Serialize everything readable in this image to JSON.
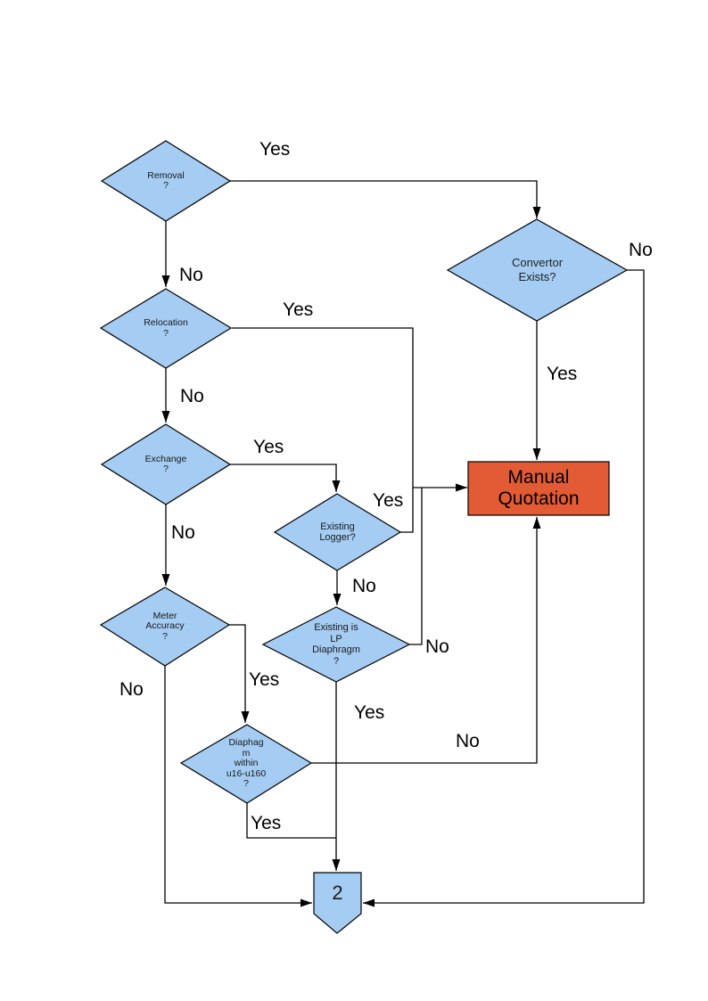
{
  "colors": {
    "node_fill": "#A5CCF3",
    "node_stroke": "#000000",
    "process_fill": "#E25B35",
    "line": "#000000",
    "background": "#FFFFFF"
  },
  "nodes": {
    "removal": {
      "type": "decision",
      "lines": [
        "Removal",
        "?"
      ]
    },
    "relocation": {
      "type": "decision",
      "lines": [
        "Relocation",
        "?"
      ]
    },
    "exchange": {
      "type": "decision",
      "lines": [
        "Exchange",
        "?"
      ]
    },
    "convertor": {
      "type": "decision",
      "lines": [
        "Convertor",
        "Exists?"
      ]
    },
    "existing_logger": {
      "type": "decision",
      "lines": [
        "Existing",
        "Logger?"
      ]
    },
    "lp_diaphragm": {
      "type": "decision",
      "lines": [
        "Existing is",
        "LP",
        "Diaphragm",
        "?"
      ]
    },
    "meter_accuracy": {
      "type": "decision",
      "lines": [
        "Meter",
        "Accuracy",
        "?"
      ]
    },
    "diaphragm_range": {
      "type": "decision",
      "lines": [
        "Diaphag",
        "m",
        "within",
        "u16-u160",
        "?"
      ]
    },
    "manual_quotation": {
      "type": "process",
      "lines": [
        "Manual",
        "Quotation"
      ]
    },
    "connector_2": {
      "type": "offpage-connector",
      "label": "2"
    }
  },
  "edge_labels": {
    "removal_yes": "Yes",
    "removal_no": "No",
    "relocation_yes": "Yes",
    "relocation_no": "No",
    "exchange_yes": "Yes",
    "exchange_no": "No",
    "existing_logger_yes": "Yes",
    "existing_logger_no": "No",
    "lp_yes": "Yes",
    "lp_no": "No",
    "meter_yes": "Yes",
    "meter_no": "No",
    "diaphragm_yes": "Yes",
    "diaphragm_no": "No",
    "convertor_yes": "Yes",
    "convertor_no": "No"
  }
}
